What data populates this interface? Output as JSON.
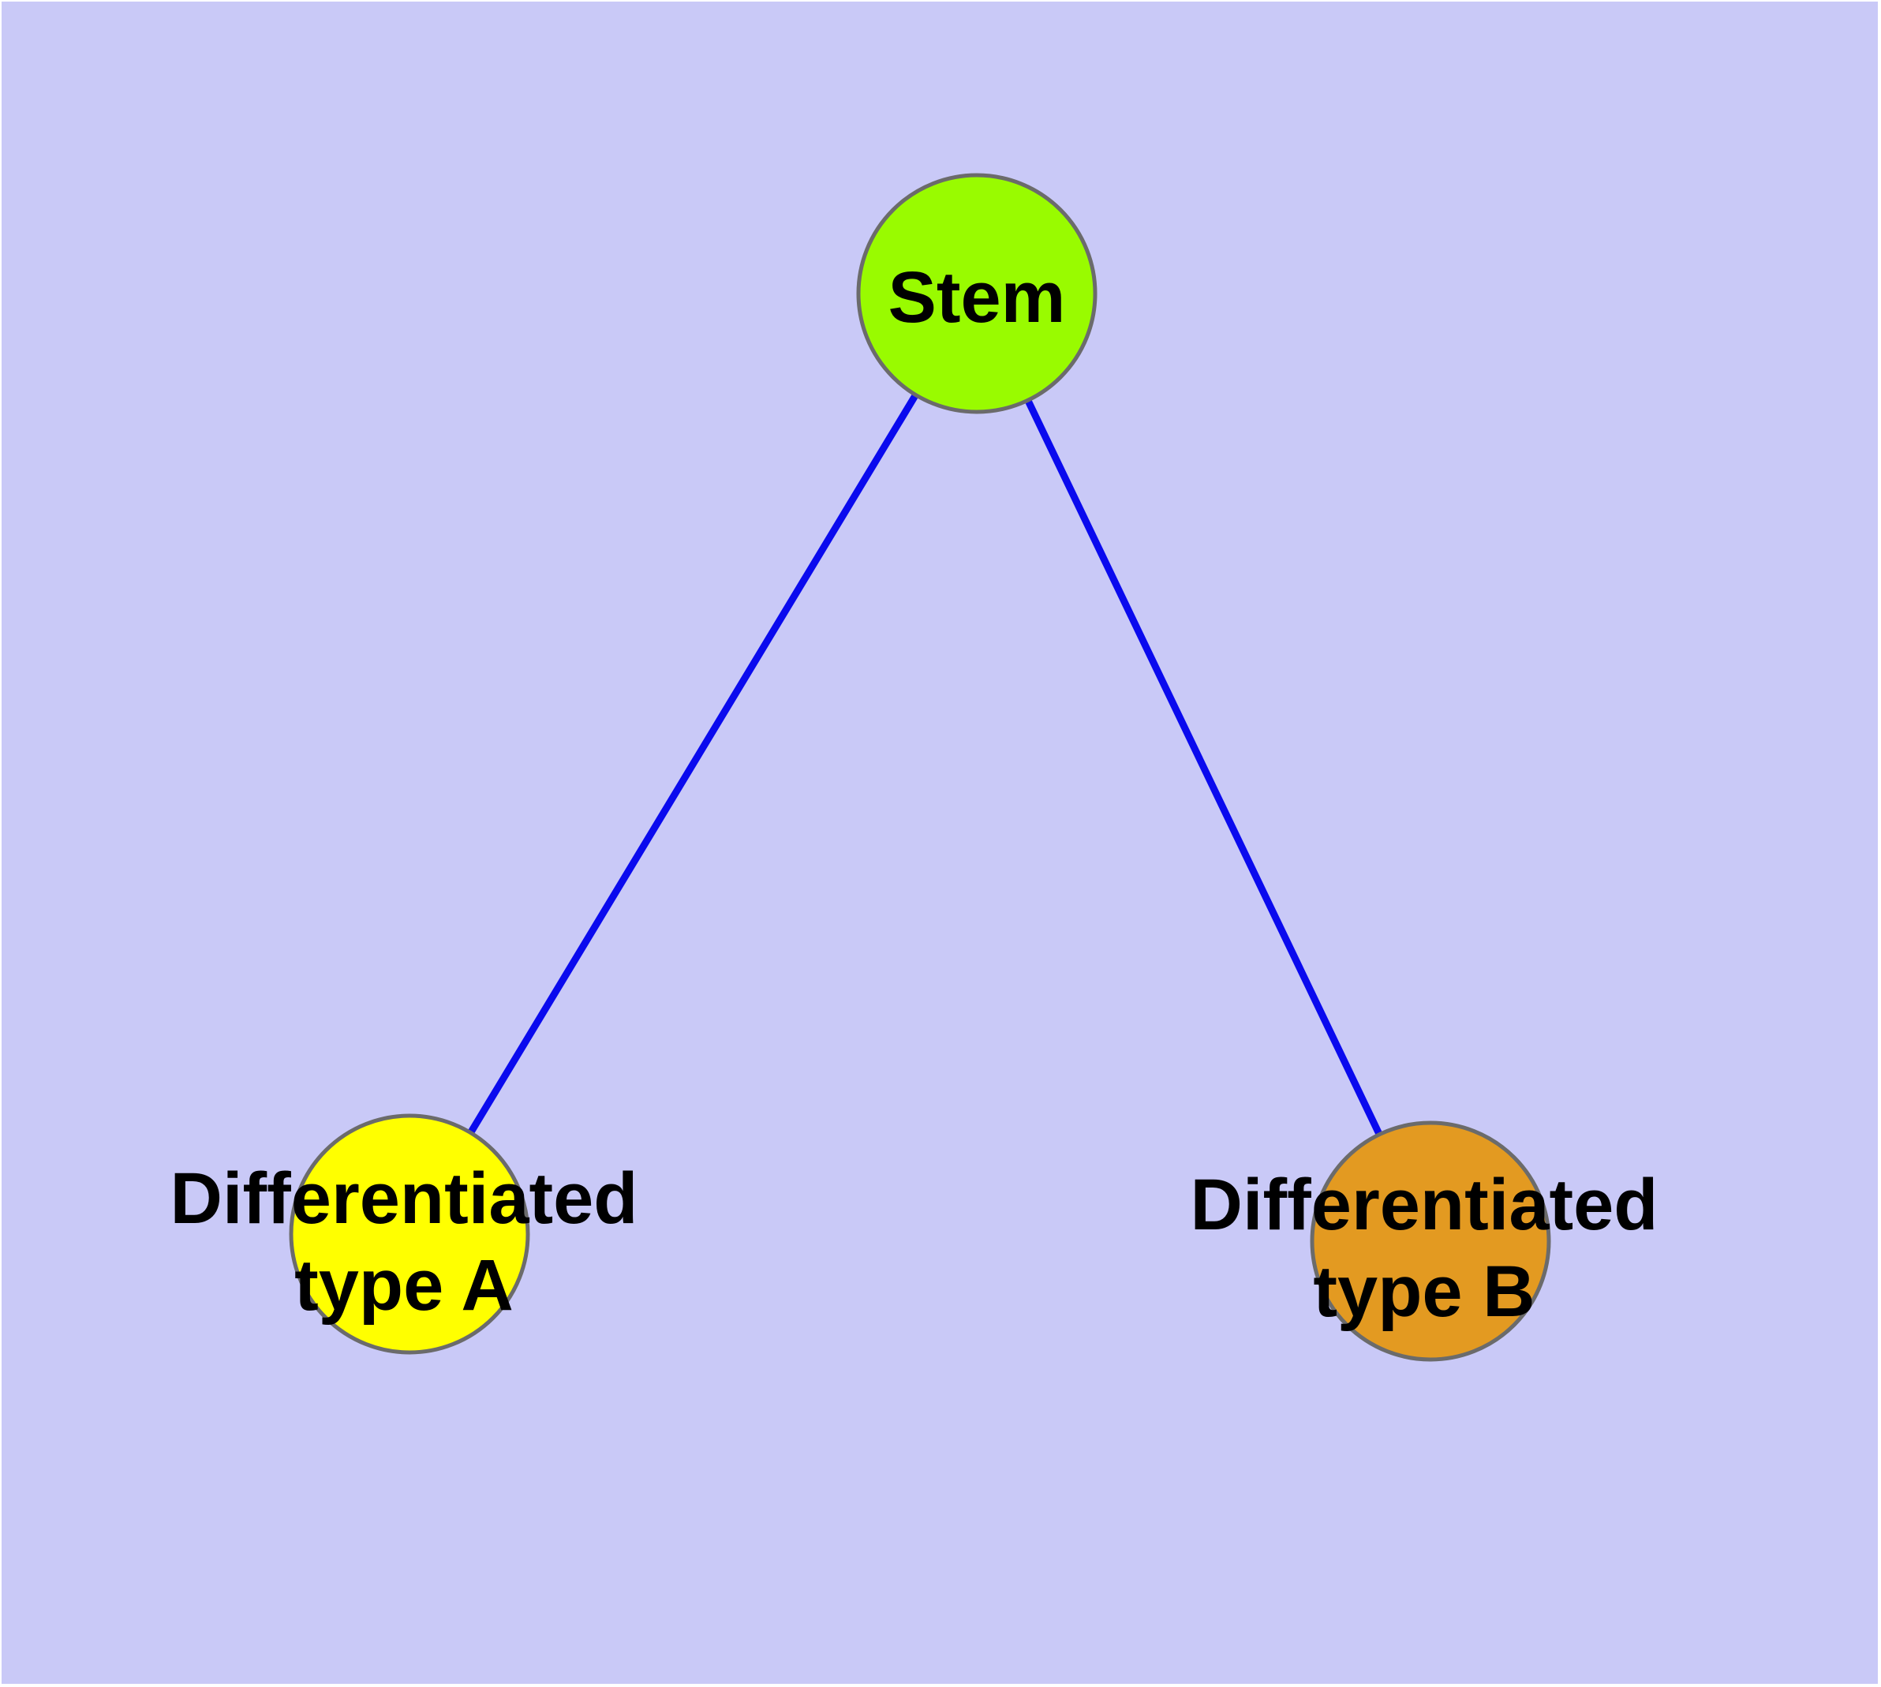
{
  "diagram": {
    "type": "graph",
    "description": "Cell differentiation tree: one stem node connected to two differentiated cell-type nodes",
    "colors": {
      "background": "#C9C9F7",
      "frame": "#FFFFFF",
      "edge": "#0A0AEE",
      "node_border": "#6B6B6B",
      "label": "#000000"
    },
    "nodes": {
      "stem": {
        "label": "Stem",
        "fill": "#99FB00"
      },
      "type_a": {
        "label_line1": "Differentiated",
        "label_line2": "type A",
        "fill": "#FFFF00"
      },
      "type_b": {
        "label_line1": "Differentiated",
        "label_line2": "type B",
        "fill": "#E39A21"
      }
    },
    "edges": [
      {
        "from": "Stem",
        "to": "Differentiated type A"
      },
      {
        "from": "Stem",
        "to": "Differentiated type B"
      }
    ]
  }
}
